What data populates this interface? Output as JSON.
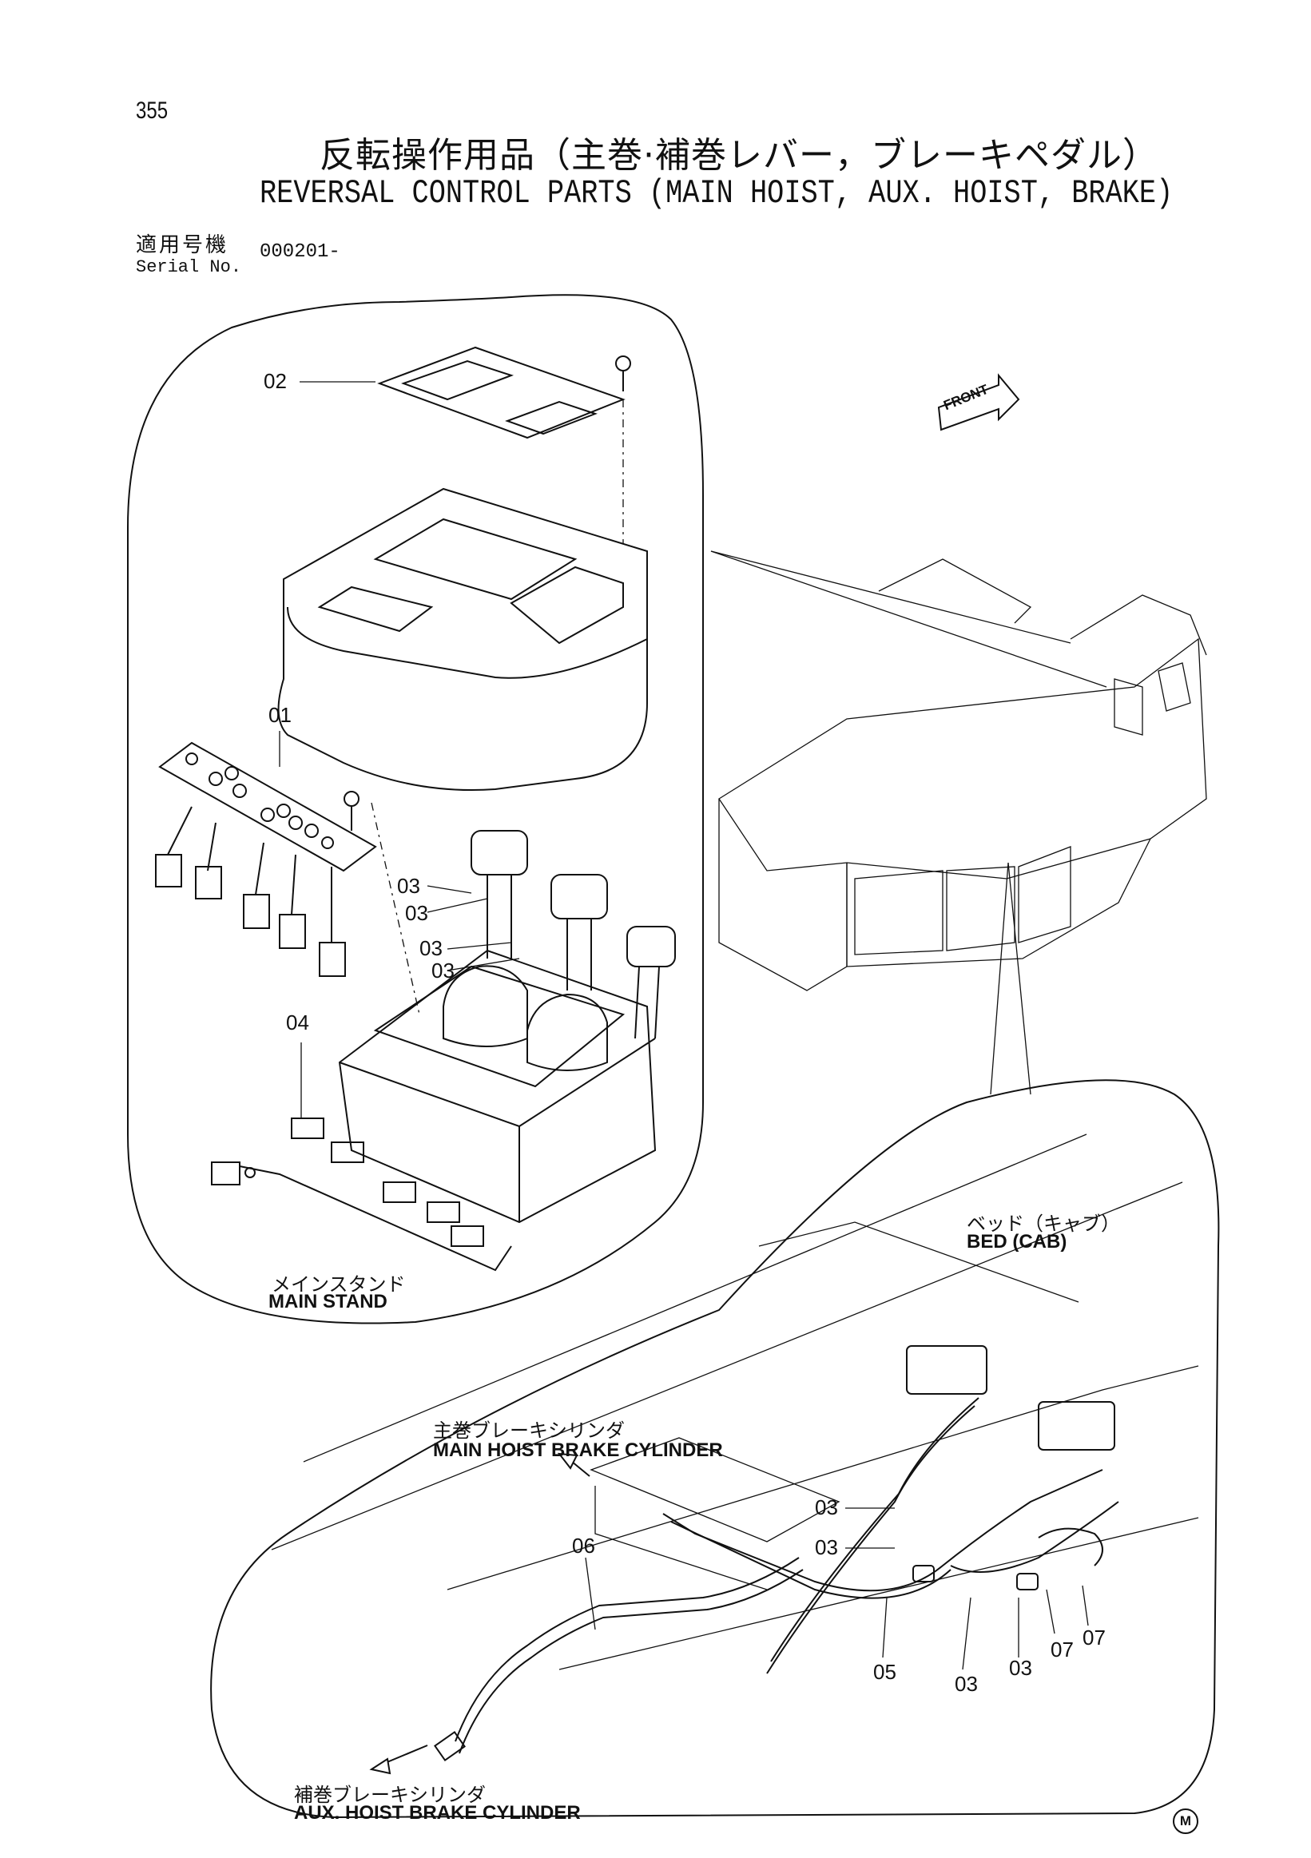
{
  "page_number": "355",
  "title_jp": "反転操作用品（主巻·補巻レバー，ブレーキペダル）",
  "title_en": "REVERSAL CONTROL PARTS (MAIN HOIST, AUX. HOIST, BRAKE)",
  "serial_label_jp": "適用号機",
  "serial_label_en": "Serial No.",
  "serial_value": "000201-",
  "front_label": "FRONT",
  "part_callouts": {
    "p01": "01",
    "p02": "02",
    "p03a": "03",
    "p03b": "03",
    "p03c": "03",
    "p03d": "03",
    "p04": "04",
    "p03e": "03",
    "p03f": "03",
    "p06": "06",
    "p05": "05",
    "p03g": "03",
    "p03h": "03",
    "p07a": "07",
    "p07b": "07"
  },
  "captions": {
    "main_stand_jp": "メインスタンド",
    "main_stand_en": "MAIN STAND",
    "bed_jp": "ベッド（キャブ）",
    "bed_en": "BED (CAB)",
    "main_brake_jp": "主巻ブレーキシリンダ",
    "main_brake_en": "MAIN HOIST BRAKE CYLINDER",
    "aux_brake_jp": "補巻ブレーキシリンダ",
    "aux_brake_en": "AUX. HOIST BRAKE CYLINDER"
  },
  "corner_mark": "M"
}
